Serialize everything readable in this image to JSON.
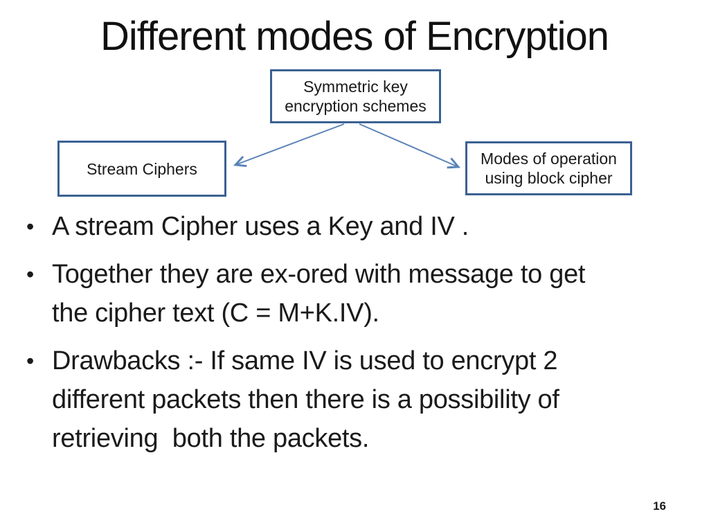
{
  "slide": {
    "title": "Different modes of Encryption",
    "diagram": {
      "root_box_label": "Symmetric key\nencryption schemes",
      "left_box_label": "Stream Ciphers",
      "right_box_label": "Modes of operation\nusing block cipher"
    },
    "bullets": {
      "marker": "•",
      "items": [
        {
          "text": "A stream Cipher uses a Key and IV ."
        },
        {
          "text": "Together they are ex-ored with message to get\nthe cipher text (C = M+K.IV)."
        },
        {
          "text": "Drawbacks :- If same IV is used to encrypt 2\ndifferent packets then there is a possibility of\nretrieving  both the packets."
        }
      ]
    },
    "page_number": "16",
    "colors": {
      "background": "#ffffff",
      "title_text": "#111111",
      "body_text": "#1a1a1a",
      "box_border": "#3b6192",
      "box_fill": "#ffffff",
      "arrow": "#5b83b8"
    }
  }
}
